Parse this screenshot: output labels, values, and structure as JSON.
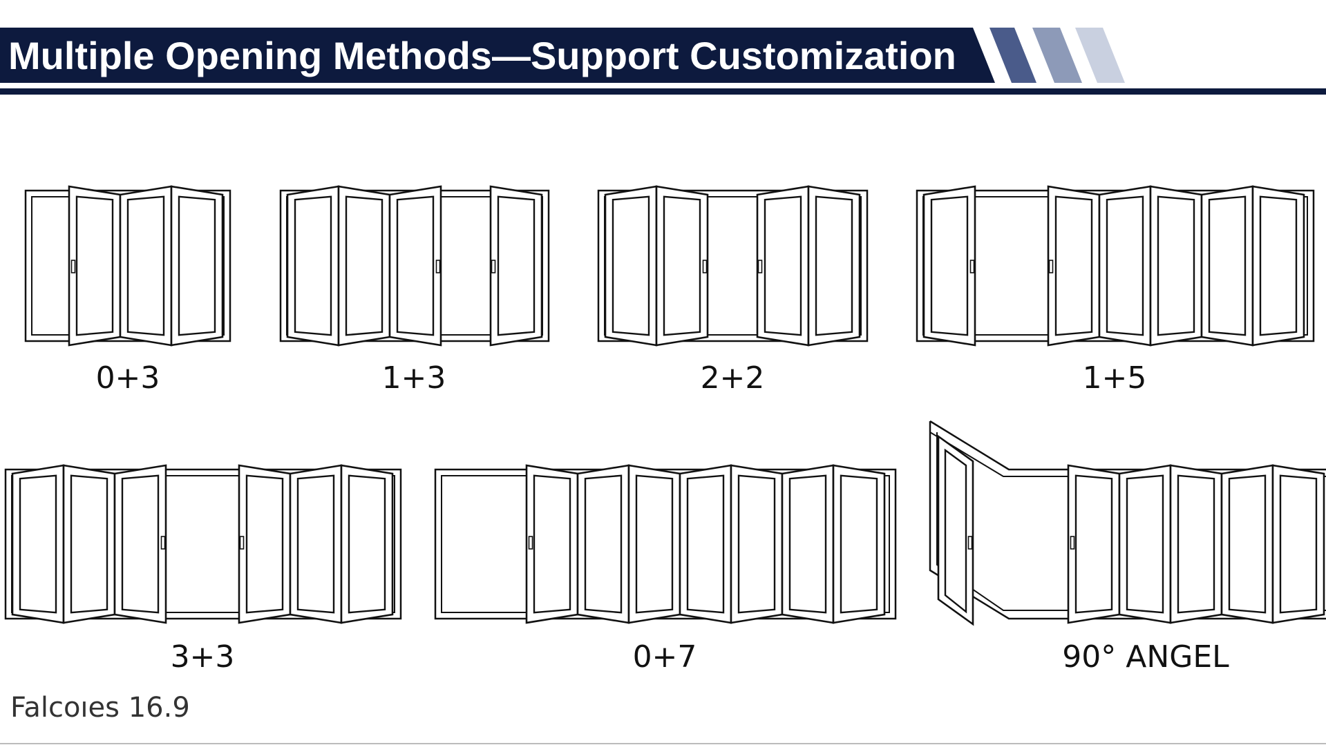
{
  "header": {
    "title": "Multiple Opening Methods—Support Customization",
    "bar_color": "#0d1a3e",
    "stripe_colors": [
      "#4a5b8a",
      "#8d9ab8",
      "#c9d0e0"
    ]
  },
  "diagrams": [
    {
      "label": "0+3"
    },
    {
      "label": "1+3"
    },
    {
      "label": "2+2"
    },
    {
      "label": "1+5"
    },
    {
      "label": "3+3"
    },
    {
      "label": "0+7"
    },
    {
      "label": "90°  ANGEL"
    }
  ],
  "footer": {
    "text": "Falcoıes 16.9"
  }
}
